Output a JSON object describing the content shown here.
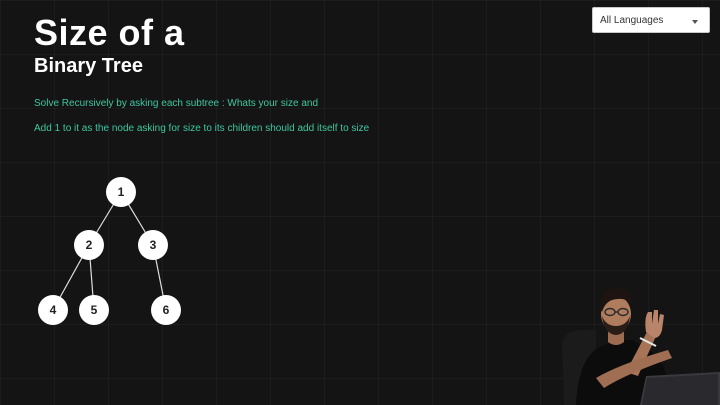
{
  "slide": {
    "title": "Size of a",
    "subtitle": "Binary Tree",
    "notes": [
      "Solve Recursively by asking each subtree : Whats your size and",
      "Add 1 to it as the node asking for size to its children should add itself to size"
    ]
  },
  "language_select": {
    "selected": "All Languages",
    "icon": "chevron-down-icon"
  },
  "tree": {
    "nodes": [
      "1",
      "2",
      "3",
      "4",
      "5",
      "6"
    ]
  },
  "colors": {
    "background": "#141414",
    "title": "#ffffff",
    "note": "#3ec7a0",
    "node_fill": "#ffffff",
    "edge": "#dddddd"
  }
}
